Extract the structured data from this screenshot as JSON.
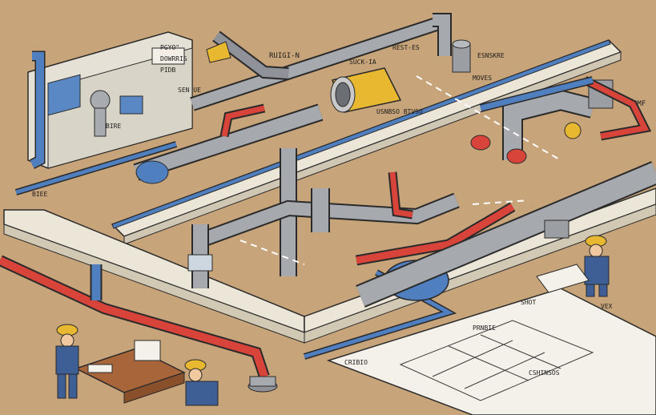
{
  "labels": {
    "top_left_panel_a": "PGYO\"",
    "top_left_panel_b": "DOWRRIS",
    "top_left_panel_c": "PIDB",
    "panel_side": "SEN UE",
    "panel_bottom": "BIRE",
    "bracket_top": "RUIGI-N",
    "valve_top_a": "SUCK-IA",
    "valve_top_b": "REST-ES",
    "valve_right_a": "ESNSKRE",
    "valve_right_b": "MOVES",
    "yellow_unit": "USNBSO BTVSO",
    "left_duct": "BIEE",
    "right_pump": "CMF",
    "blueprint_a": "SHOT",
    "blueprint_b": "PRNBIE",
    "blueprint_c": "CRIBIO",
    "blueprint_d": "CSHINSOS",
    "blueprint_e": "VEX"
  },
  "colors": {
    "background": "#c8a47a",
    "pipe_gray": "#9b9ea3",
    "pipe_blue": "#4f7fbf",
    "pipe_red": "#d8443a",
    "pipe_yellow": "#e8b830",
    "duct_white": "#ece6d8",
    "outline": "#2a2a2a"
  },
  "icons": [
    "hard-hat-icon",
    "valve-wheel-icon",
    "pump-icon",
    "blueprint-icon"
  ]
}
